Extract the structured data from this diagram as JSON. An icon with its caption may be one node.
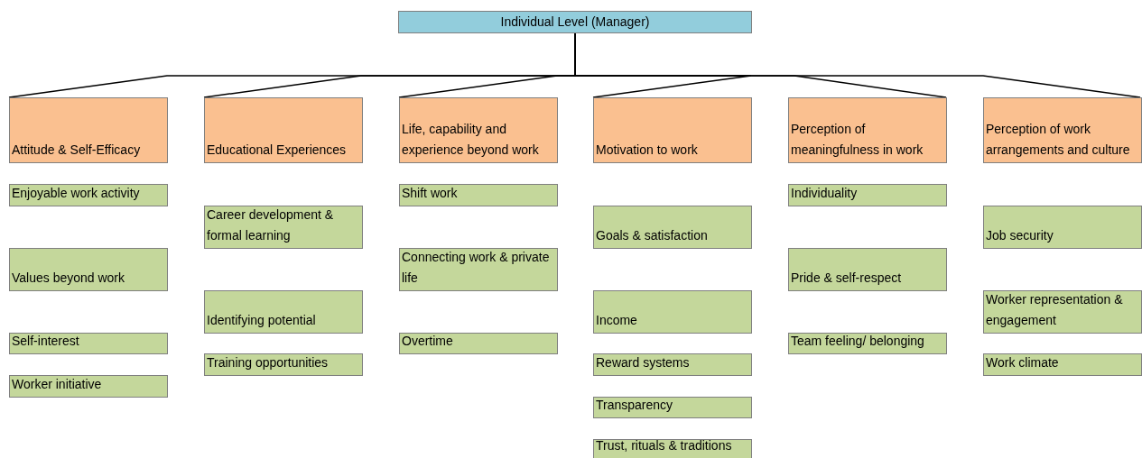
{
  "diagram": {
    "nodes": [
      {
        "text": [
          "Individual Level (Manager)"
        ]
      },
      {
        "text": [
          "Attitude & Self-Efficacy"
        ]
      },
      {
        "text": [
          "Educational  Experiences"
        ]
      },
      {
        "text": [
          "Life, capability and experience beyond work"
        ]
      },
      {
        "text": [
          "Motivation to work"
        ]
      },
      {
        "text": [
          "Perception of meaningfulness in work"
        ]
      },
      {
        "text": [
          "Perception of work arrangements and culture"
        ]
      },
      {
        "text": [
          "Enjoyable work activity"
        ]
      },
      {
        "text": [
          "Values beyond work"
        ]
      },
      {
        "text": [
          "Self-interest"
        ]
      },
      {
        "text": [
          "Worker initiative"
        ]
      },
      {
        "text": [
          "Career development & formal learning"
        ]
      },
      {
        "text": [
          "Identifying potential"
        ]
      },
      {
        "text": [
          "Training opportunities"
        ]
      },
      {
        "text": [
          "Shift work"
        ]
      },
      {
        "text": [
          "Connecting work & private life"
        ]
      },
      {
        "text": [
          "Overtime"
        ]
      },
      {
        "text": [
          "Goals & satisfaction"
        ]
      },
      {
        "text": [
          "Income"
        ]
      },
      {
        "text": [
          "Reward systems"
        ]
      },
      {
        "text": [
          "Transparency"
        ]
      },
      {
        "text": [
          "Trust, rituals & traditions"
        ]
      },
      {
        "text": [
          "Individuality"
        ]
      },
      {
        "text": [
          "Pride & self-respect"
        ]
      },
      {
        "text": [
          "Team feeling/ belonging"
        ]
      },
      {
        "text": [
          "Job security"
        ]
      },
      {
        "text": [
          "Worker representation & engagement"
        ]
      },
      {
        "text": [
          "Work climate"
        ]
      }
    ],
    "edges": [
      {
        "from": 0,
        "to": 1,
        "arrow": "none"
      },
      {
        "from": 0,
        "to": 2,
        "arrow": "none"
      },
      {
        "from": 0,
        "to": 3,
        "arrow": "none"
      },
      {
        "from": 0,
        "to": 4,
        "arrow": "none"
      },
      {
        "from": 0,
        "to": 5,
        "arrow": "none"
      },
      {
        "from": 0,
        "to": 6,
        "arrow": "none"
      }
    ]
  }
}
